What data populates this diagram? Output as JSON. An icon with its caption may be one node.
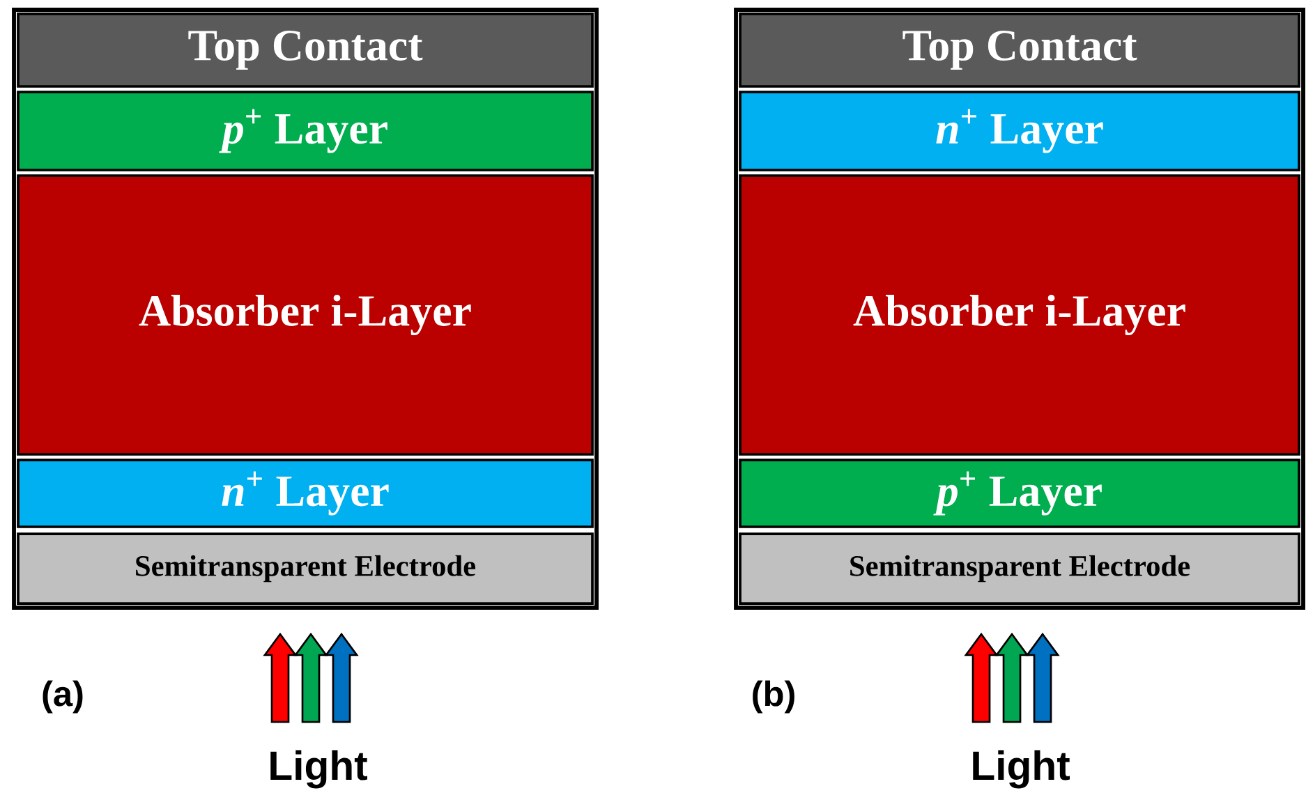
{
  "diagram": {
    "nodes": [
      {
        "text": [
          "Top Contact"
        ]
      },
      {
        "text": [
          "*p*$^{+}$ Layer"
        ]
      },
      {
        "text": [
          "Absorber i-Layer"
        ]
      },
      {
        "text": [
          "*n*$^{+}$ Layer"
        ]
      },
      {
        "text": [
          "Semitransparent Electrode"
        ]
      },
      {
        "text": [
          "Top Contact"
        ]
      },
      {
        "text": [
          "*n*$^{+}$ Layer"
        ]
      },
      {
        "text": [
          "Absorber i-Layer"
        ]
      },
      {
        "text": [
          "*p*$^{+}$ Layer"
        ]
      },
      {
        "text": [
          "Semitransparent Electrode"
        ]
      }
    ],
    "labels": [
      "(a)",
      "Light",
      "(b)",
      "Light"
    ]
  }
}
